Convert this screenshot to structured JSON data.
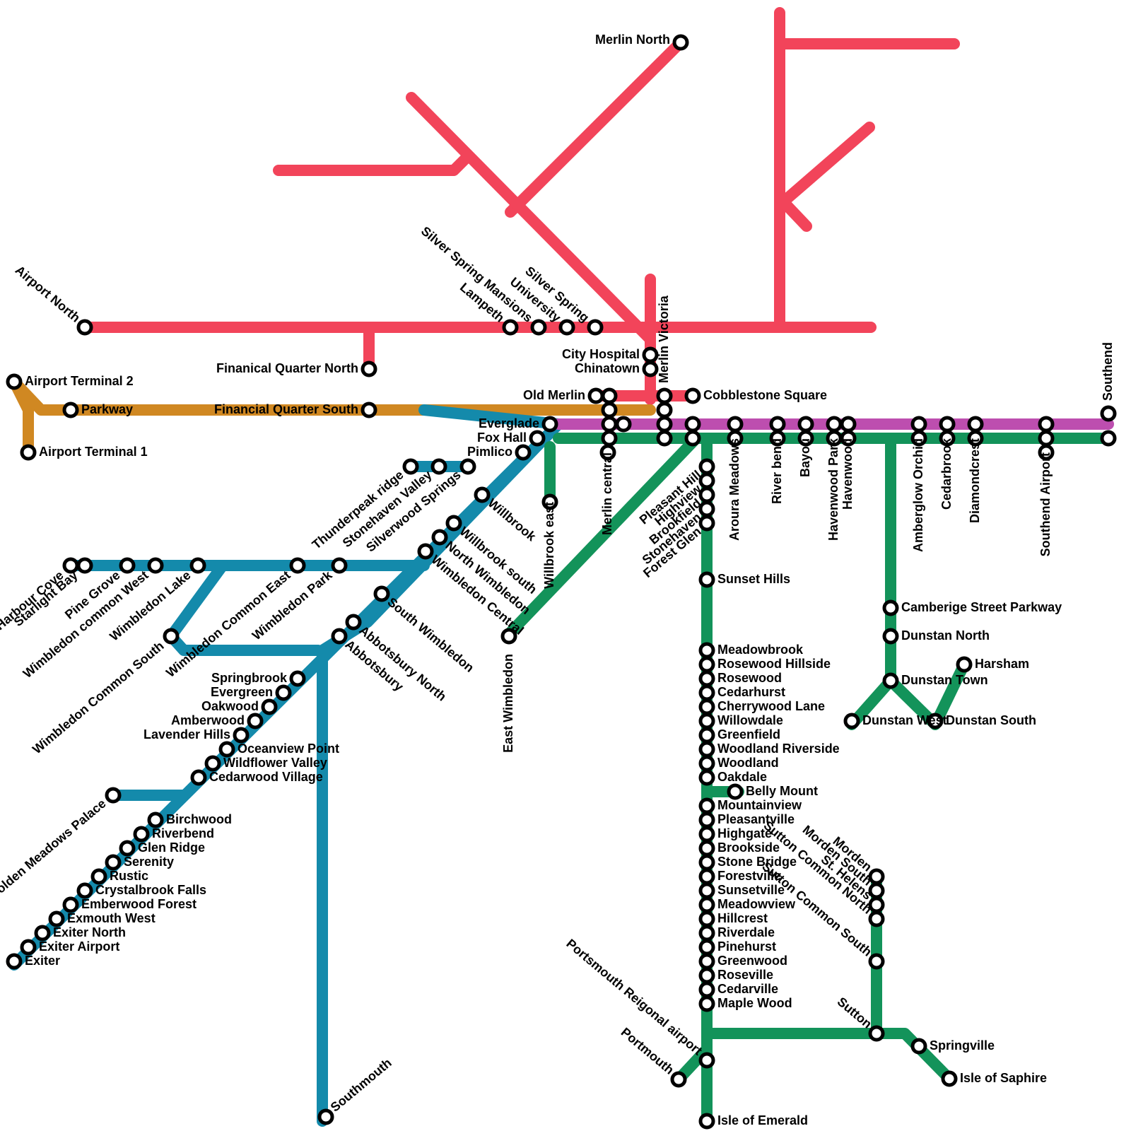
{
  "lines": {
    "red": {
      "color": "#f2445a"
    },
    "orange": {
      "color": "#d08822"
    },
    "blue": {
      "color": "#148aab"
    },
    "purple": {
      "color": "#bd4eaf"
    },
    "green": {
      "color": "#13935a"
    }
  },
  "stations": [
    "Merlin North",
    "Airport North",
    "Lampeth",
    "Silver Spring Mansions",
    "University",
    "Silver Spring",
    "Finanical Quarter North",
    "City Hospital",
    "Chinatown",
    "Merlin Victoria",
    "Old Merlin",
    "Cobblestone Square",
    "Airport Terminal 2",
    "Parkway",
    "Financial Quarter South",
    "Airport Terminal 1",
    "Everglade",
    "Fox Hall",
    "Pimlico",
    "Southend",
    "Southend Airport",
    "Merlin central",
    "Willbrook east",
    "Aroura Meadows",
    "River bend",
    "Bayou",
    "Havenwood Park",
    "Havenwood",
    "Amberglow Orchid",
    "Cedarbrook",
    "Diamondcrest",
    "Thunderpeak ridge",
    "Stonehaven Valley",
    "Silverwood Springs",
    "Willbrook",
    "Willbrook south",
    "North Wimbledon",
    "Wimbledon Central",
    "South Wimbledon",
    "Abbotsbury North",
    "Abbotsbury",
    "East Wimbledon",
    "Harbour Cove",
    "Starlight Bay",
    "Pine Grove",
    "Wimbledon common West",
    "Wimbledon Lake",
    "Wimbledon Common South",
    "Wimbledon Common East",
    "Wimbledon Park",
    "Springbrook",
    "Evergreen",
    "Oakwood",
    "Amberwood",
    "Lavender Hills",
    "Oceanview Point",
    "Wildflower Valley",
    "Cedarwood Village",
    "Golden Meadows Palace",
    "Birchwood",
    "Riverbend",
    "Glen Ridge",
    "Serenity",
    "Rustic",
    "Crystalbrook Falls",
    "Emberwood Forest",
    "Exmouth West",
    "Exiter North",
    "Exiter Airport",
    "Exiter",
    "Southmouth",
    "Pleasant Hill",
    "Highview",
    "Brookfield",
    "Stonehaven",
    "Forest Glen",
    "Sunset Hills",
    "Meadowbrook",
    "Rosewood Hillside",
    "Rosewood",
    "Cedarhurst",
    "Cherrywood Lane",
    "Willowdale",
    "Greenfield",
    "Woodland Riverside",
    "Woodland",
    "Oakdale",
    "Belly Mount",
    "Mountainview",
    "Pleasantville",
    "Highgate",
    "Brookside",
    "Stone Bridge",
    "Forestville",
    "Sunsetville",
    "Meadowview",
    "Hillcrest",
    "Riverdale",
    "Pinehurst",
    "Greenwood",
    "Roseville",
    "Cedarville",
    "Maple Wood",
    "Portsmouth Reigonal airport",
    "Portmouth",
    "Isle of Emerald",
    "Camberige Street Parkway",
    "Dunstan North",
    "Dunstan Town",
    "Harsham",
    "Dunstan West",
    "Dunstan South",
    "Morden",
    "Morden South",
    "St. Helens",
    "Sutton Common North",
    "Sutton Common South",
    "Sutton",
    "Springville",
    "Isle of Saphire"
  ]
}
